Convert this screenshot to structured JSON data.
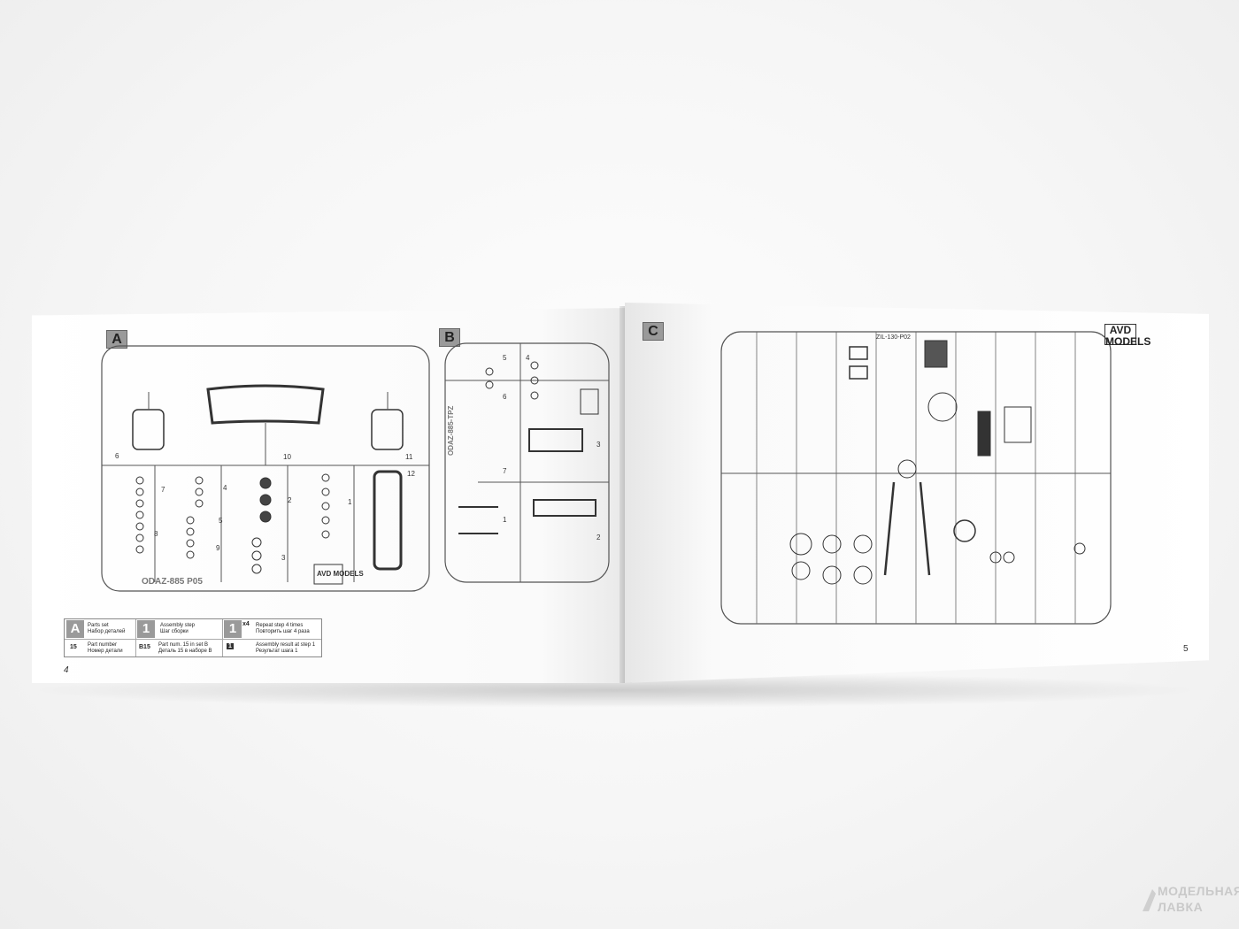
{
  "left_page": {
    "set_a_label": "A",
    "set_b_label": "B",
    "sprue_a_code": "ODAZ-885  P05",
    "sprue_b_code": "ODAZ-885-TPZ",
    "logo": "AVD MODELS",
    "page_number": "4",
    "part_numbers_a": [
      "6",
      "10",
      "11",
      "12",
      "7",
      "4",
      "2",
      "1",
      "8",
      "5",
      "9",
      "3"
    ],
    "part_numbers_b": [
      "5",
      "4",
      "6",
      "3",
      "7",
      "1",
      "2"
    ]
  },
  "legend": {
    "parts_set": {
      "glyph": "A",
      "en": "Parts set",
      "ru": "Набор деталей"
    },
    "assembly_step": {
      "glyph": "1",
      "en": "Assembly step",
      "ru": "Шаг сборки"
    },
    "repeat_step": {
      "glyph": "1",
      "mult": "x4",
      "en": "Repeat step 4 times",
      "ru": "Повторить шаг 4 раза"
    },
    "part_number": {
      "code": "15",
      "en": "Part number",
      "ru": "Номер детали"
    },
    "part_in_set": {
      "code": "B15",
      "en": "Part num. 15 in set B",
      "ru": "Деталь 15 в наборе B"
    },
    "assembly_result": {
      "glyph": "1",
      "en": "Assembly result at step 1",
      "ru": "Результат шага 1"
    }
  },
  "right_page": {
    "set_c_label": "C",
    "sprue_c_code": "ZIL-130-P02",
    "logo": "AVD MODELS",
    "page_number": "5"
  },
  "watermark": {
    "line1": "МОДЕЛЬНАЯ",
    "line2": "ЛАВКА"
  }
}
